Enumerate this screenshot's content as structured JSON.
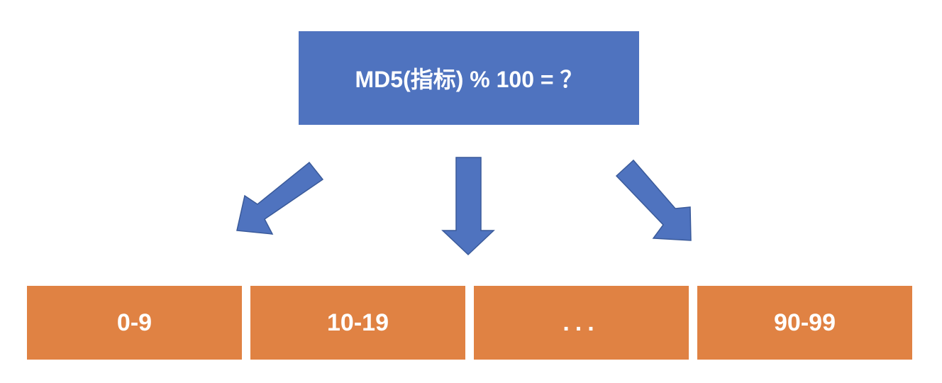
{
  "formula": {
    "text": "MD5(指标) % 100 = ？"
  },
  "buckets": [
    {
      "label": "0-9"
    },
    {
      "label": "10-19"
    },
    {
      "label": "..."
    },
    {
      "label": "90-99"
    }
  ],
  "colors": {
    "formula_box": "#4f73bf",
    "arrow_fill": "#4f73bf",
    "arrow_stroke": "#3a5a9a",
    "bucket_box": "#e08243",
    "text": "#ffffff"
  },
  "icons": [
    "arrow-down-left-icon",
    "arrow-down-icon",
    "arrow-down-right-icon"
  ]
}
